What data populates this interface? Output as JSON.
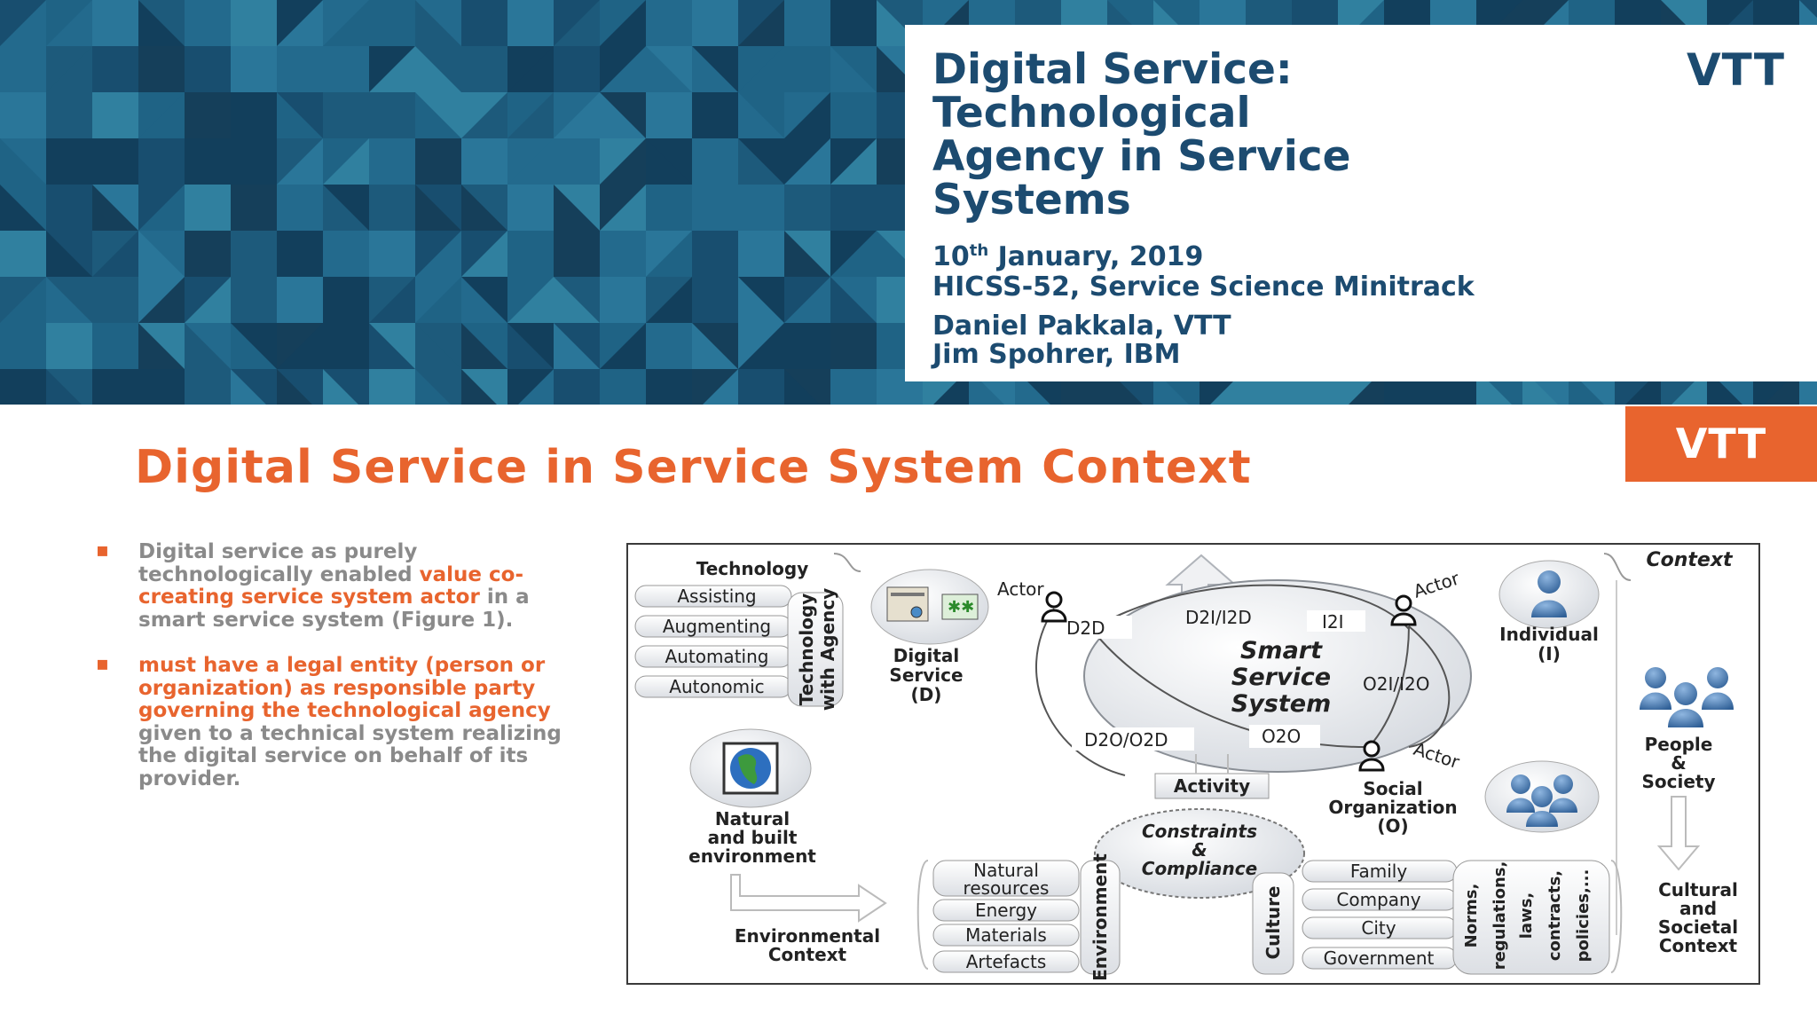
{
  "title_slide": {
    "title_lines": [
      "Digital Service:",
      "Technological",
      "Agency in Service",
      "Systems"
    ],
    "logo": "VTT",
    "date_day": "10",
    "date_sup": "th",
    "date_rest": " January, 2019",
    "conference": "HICSS-52, Service Science Minitrack",
    "author1": "Daniel Pakkala, VTT",
    "author2": "Jim Spohrer, IBM"
  },
  "slide": {
    "title": "Digital Service in Service System Context",
    "logo": "VTT",
    "bullets": [
      {
        "parts": [
          {
            "text": "Digital service as purely technologically enabled ",
            "hl": false
          },
          {
            "text": "value co-creating service system actor",
            "hl": true
          },
          {
            "text": " in a smart service system (Figure 1).",
            "hl": false
          }
        ]
      },
      {
        "parts": [
          {
            "text": "must have a legal entity (person or organization) as responsible party governing the technological agency",
            "hl": true
          },
          {
            "text": " given to a technical system realizing the digital service on behalf of its provider.",
            "hl": false
          }
        ]
      }
    ],
    "marker": "▪"
  },
  "diagram": {
    "technology_header": "Technology",
    "technology_items": [
      "Assisting",
      "Augmenting",
      "Automating",
      "Autonomic"
    ],
    "technology_agency_1": "Technology",
    "technology_agency_2": "with Agency",
    "digital_service": [
      "Digital",
      "Service",
      "(D)"
    ],
    "actor_label": "Actor",
    "center": [
      "Smart",
      "Service",
      "System"
    ],
    "interactions": {
      "d2i": "D2I/I2D",
      "d2d": "D2D",
      "i2i": "I2I",
      "o2i": "O2I/I2O",
      "d2o": "D2O/O2D",
      "o2o": "O2O"
    },
    "individual": [
      "Individual",
      "(I)"
    ],
    "context": "Context",
    "people_society": [
      "People",
      "&",
      "Society"
    ],
    "social_org": [
      "Social",
      "Organization",
      "(O)"
    ],
    "activity": "Activity",
    "constraints": [
      "Constraints",
      "&",
      "Compliance"
    ],
    "natural_env": [
      "Natural",
      "and built",
      "environment"
    ],
    "environmental_context": [
      "Environmental",
      "Context"
    ],
    "environment_items": [
      "Natural",
      "resources",
      "Energy",
      "Materials",
      "Artefacts"
    ],
    "environment_label": "Environment",
    "culture_label": "Culture",
    "culture_items": [
      "Family",
      "Company",
      "City",
      "Government"
    ],
    "norms": [
      "Norms,",
      "regulations,",
      "laws,",
      "contracts,",
      "policies,..."
    ],
    "cultural_context": [
      "Cultural",
      "and",
      "Societal",
      "Context"
    ]
  },
  "colors": {
    "vtt_orange": "#e8642e",
    "navy": "#1c4b70",
    "body_grey": "#8a8a8a",
    "banner_blue": "#1d5a7b"
  }
}
